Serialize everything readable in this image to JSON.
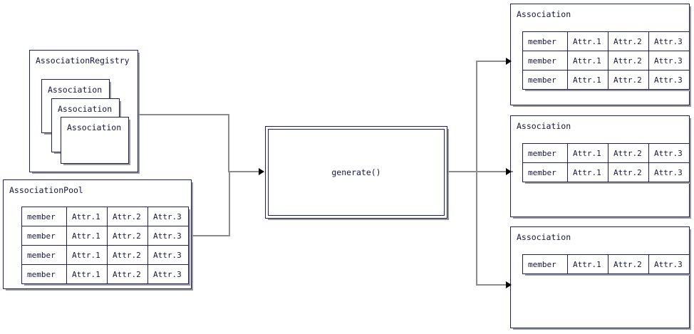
{
  "diagram": {
    "title": "generate-associations-flow",
    "colors": {
      "border": "#1f1f66",
      "shadow": "#9a9a9a",
      "text": "#16163f",
      "connector": "#8c8c8c",
      "arrow": "#000000",
      "background": "#ffffff"
    }
  },
  "registry": {
    "label": "AssociationRegistry",
    "stack": [
      {
        "label": "Association"
      },
      {
        "label": "Association"
      },
      {
        "label": "Association"
      }
    ]
  },
  "pool": {
    "label": "AssociationPool",
    "columns": [
      "member",
      "Attr.1",
      "Attr.2",
      "Attr.3"
    ],
    "rows": [
      [
        "member",
        "Attr.1",
        "Attr.2",
        "Attr.3"
      ],
      [
        "member",
        "Attr.1",
        "Attr.2",
        "Attr.3"
      ],
      [
        "member",
        "Attr.1",
        "Attr.2",
        "Attr.3"
      ],
      [
        "member",
        "Attr.1",
        "Attr.2",
        "Attr.3"
      ]
    ]
  },
  "process": {
    "label": "generate()"
  },
  "outputs": [
    {
      "label": "Association",
      "rows": [
        [
          "member",
          "Attr.1",
          "Attr.2",
          "Attr.3"
        ],
        [
          "member",
          "Attr.1",
          "Attr.2",
          "Attr.3"
        ],
        [
          "member",
          "Attr.1",
          "Attr.2",
          "Attr.3"
        ]
      ]
    },
    {
      "label": "Association",
      "rows": [
        [
          "member",
          "Attr.1",
          "Attr.2",
          "Attr.3"
        ],
        [
          "member",
          "Attr.1",
          "Attr.2",
          "Attr.3"
        ]
      ]
    },
    {
      "label": "Association",
      "rows": [
        [
          "member",
          "Attr.1",
          "Attr.2",
          "Attr.3"
        ]
      ]
    }
  ]
}
